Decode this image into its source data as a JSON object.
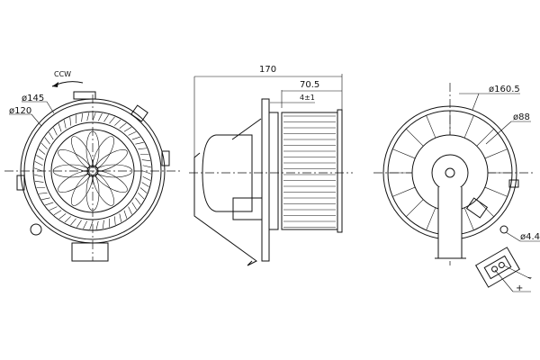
{
  "front_view": {
    "rotation_label": "CCW",
    "outer_diameter": "ø145",
    "inner_diameter": "ø120"
  },
  "side_view": {
    "overall_length": "170",
    "fan_length": "70.5",
    "gap_tolerance": "4±1"
  },
  "rear_view": {
    "outer_diameter": "ø160.5",
    "hub_diameter": "ø88",
    "mount_hole_diameter": "ø4.4",
    "negative_terminal": "–",
    "positive_terminal": "+"
  }
}
